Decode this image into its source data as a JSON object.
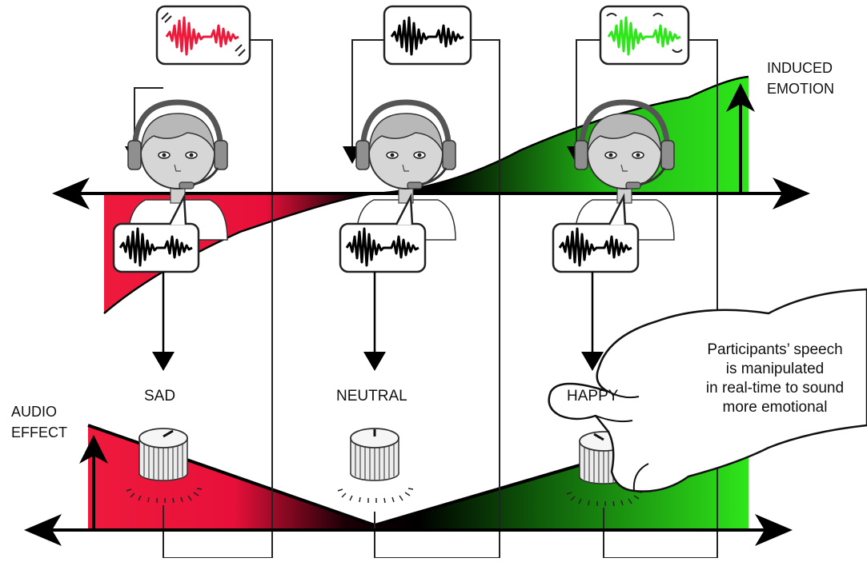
{
  "axes": {
    "top_label_line1": "INDUCED",
    "top_label_line2": "EMOTION",
    "bottom_label_line1": "AUDIO",
    "bottom_label_line2": "EFFECT"
  },
  "conditions": [
    {
      "label": "SAD",
      "color": "#e8103a"
    },
    {
      "label": "NEUTRAL",
      "color": "#111111"
    },
    {
      "label": "HAPPY",
      "color": "#33e21a"
    }
  ],
  "annotation": {
    "line1": "Participants’ speech",
    "line2": "is manipulated",
    "line3": "in real-time to sound",
    "line4": "more emotional"
  },
  "colors": {
    "sad": "#ee1a3c",
    "neutral": "#000000",
    "happy": "#2ee61a",
    "skin": "#d6d6d6",
    "hair": "#b8b8b8"
  }
}
